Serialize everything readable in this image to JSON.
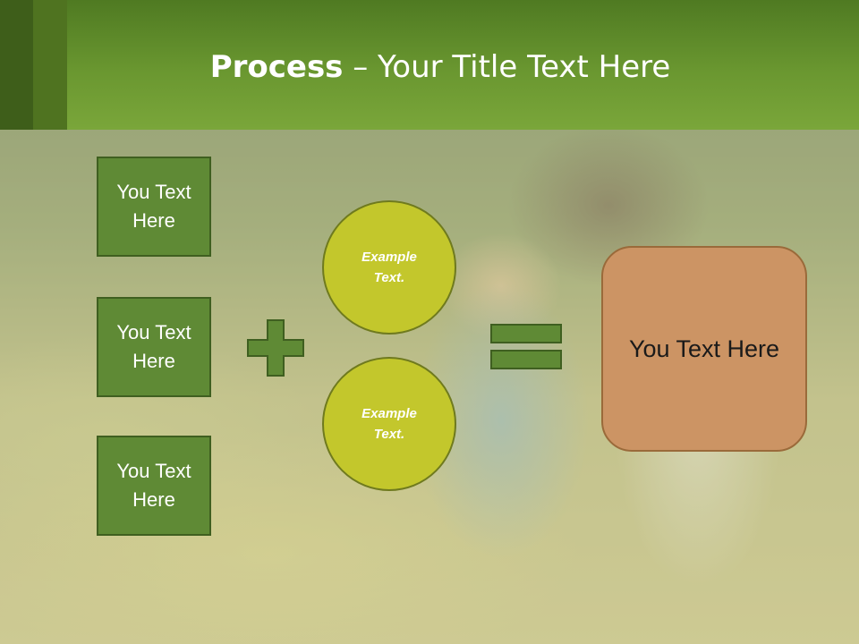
{
  "header": {
    "title_bold": "Process",
    "title_rest": " – Your Title Text Here"
  },
  "left_boxes": [
    {
      "label": "You Text Here"
    },
    {
      "label": "You Text Here"
    },
    {
      "label": "You Text Here"
    }
  ],
  "operators": {
    "plus_icon": "plus-sign",
    "equals_icon": "equals-sign"
  },
  "circles": [
    {
      "label": "Example Text."
    },
    {
      "label": "Example Text."
    }
  ],
  "result": {
    "label": "You Text Here"
  },
  "colors": {
    "header_green": "#6a9730",
    "box_green": "#5f8a35",
    "circle_yellow_green": "#c3c72c",
    "result_orange": "#cc9464"
  }
}
